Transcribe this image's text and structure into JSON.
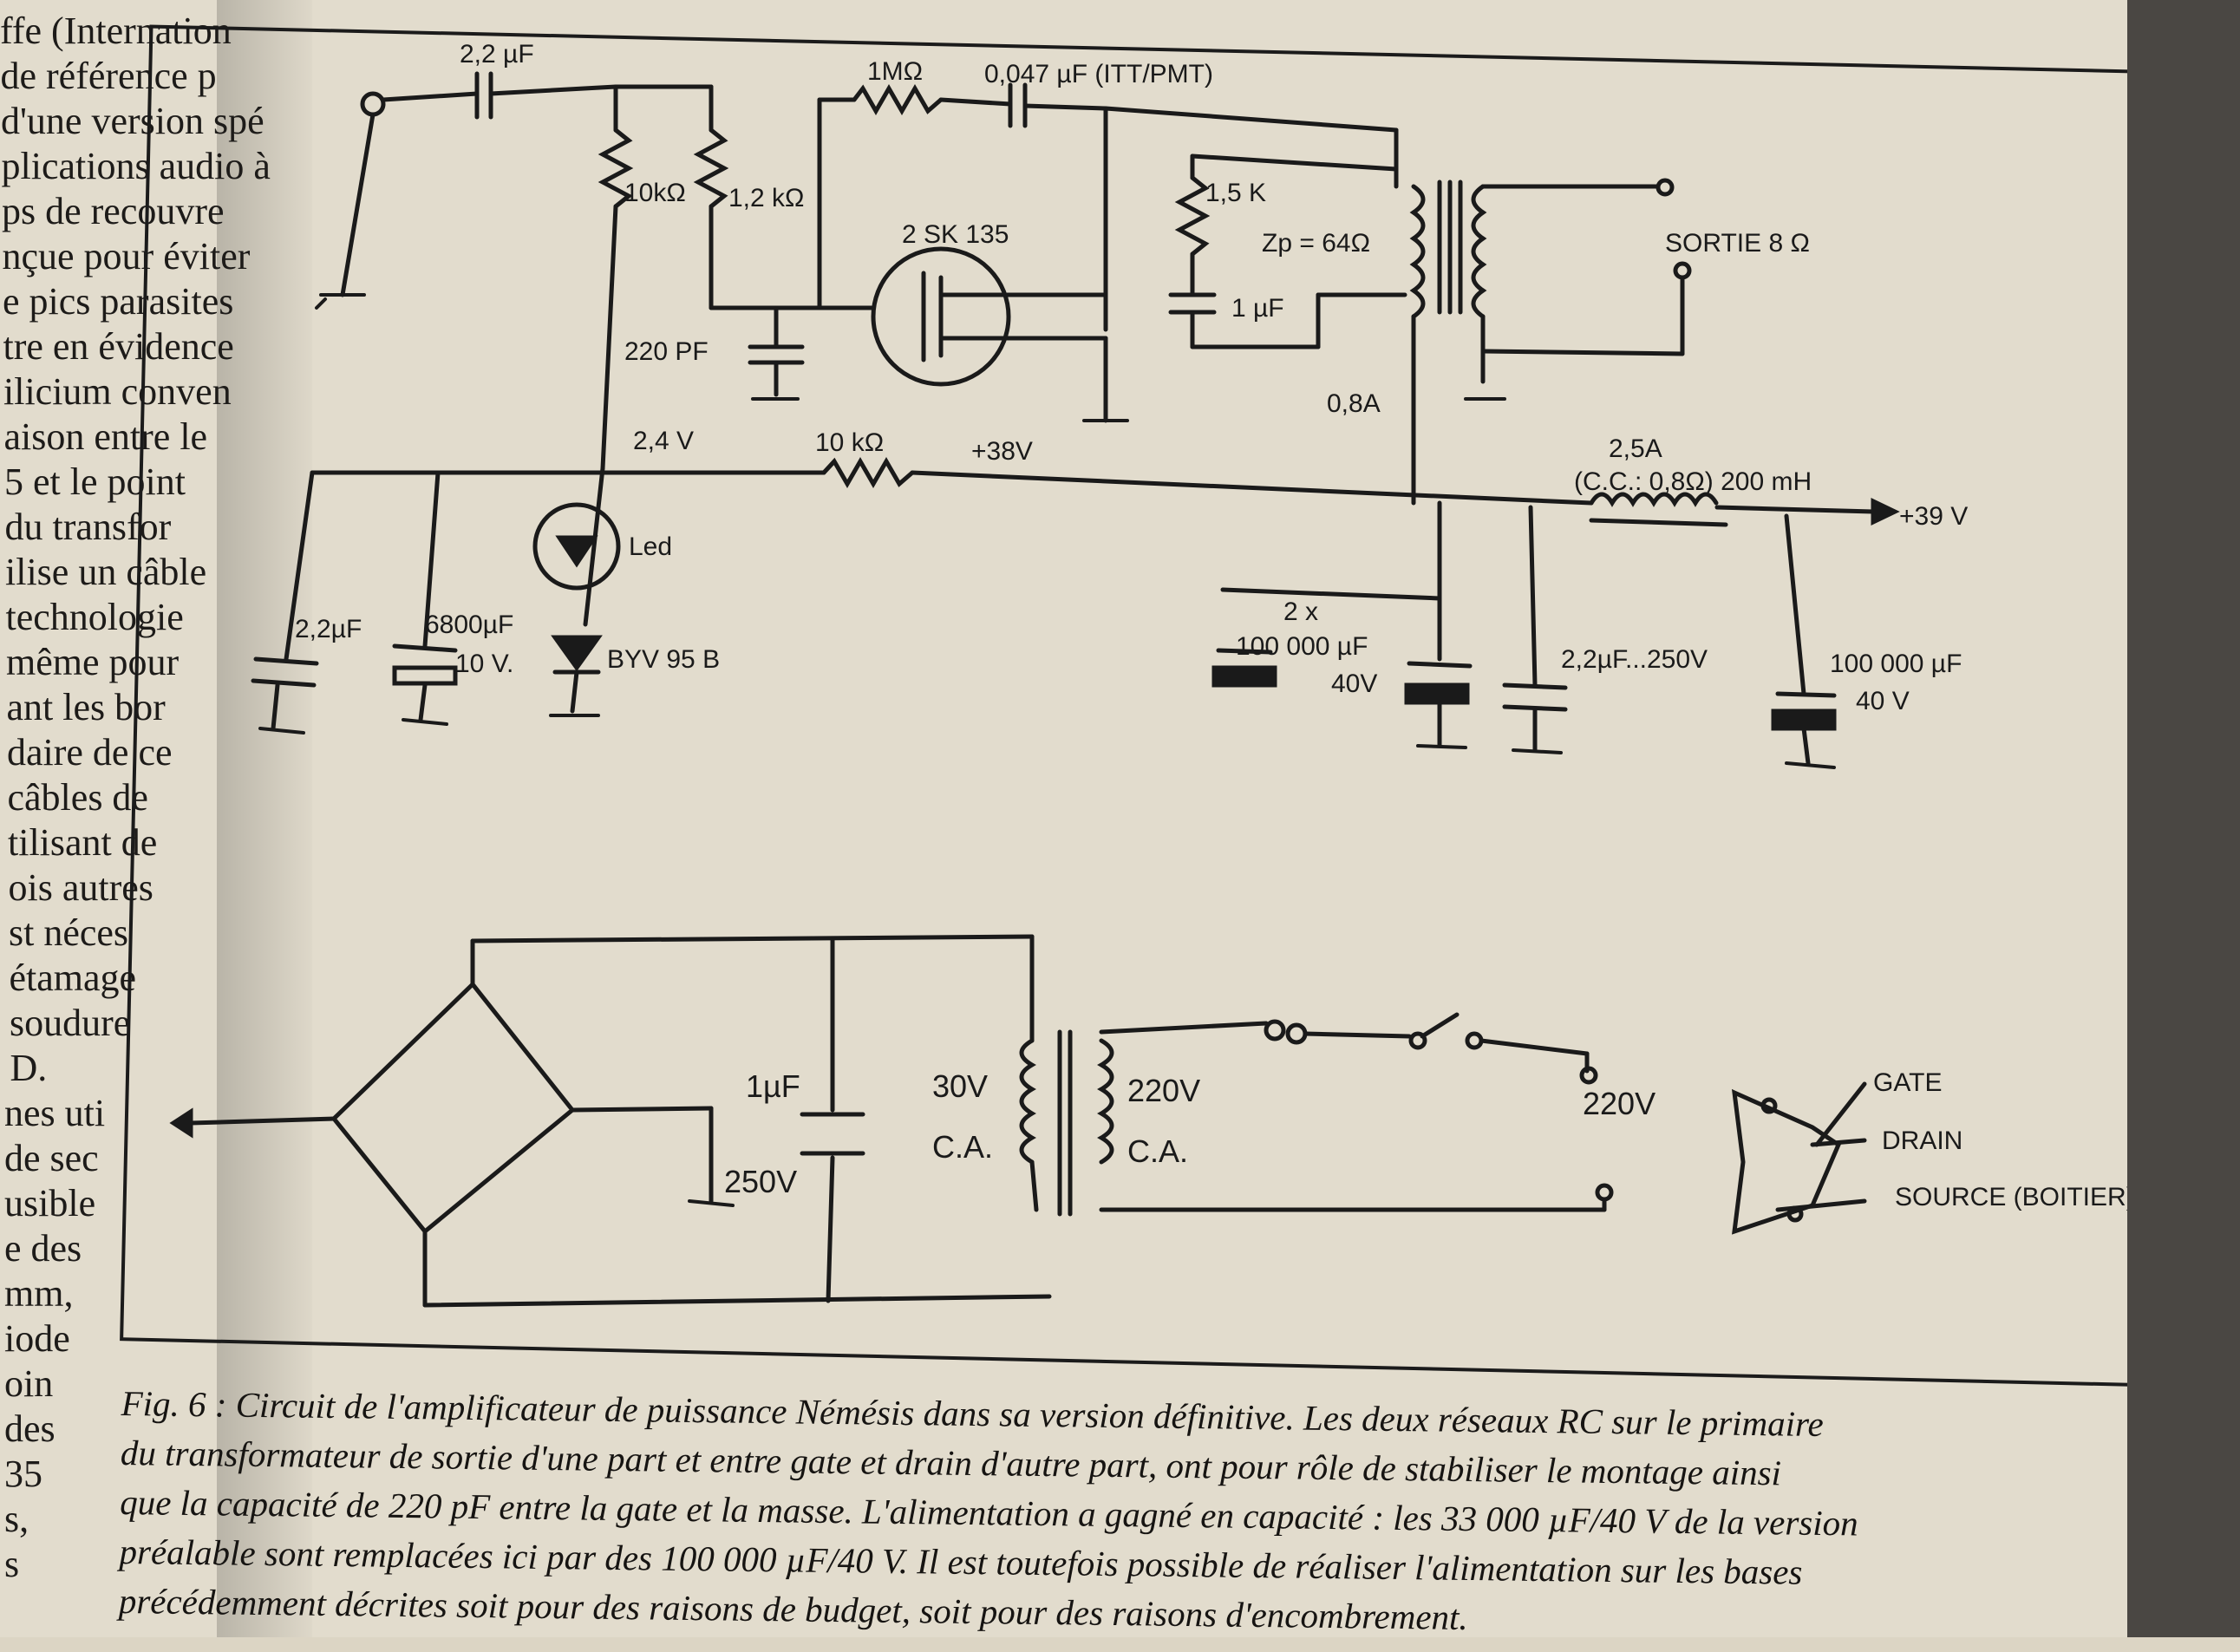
{
  "left_column_fragments": [
    "ffe (Internation",
    "de référence p",
    "d'une version spé",
    "plications audio à",
    "ps de recouvre",
    "nçue pour éviter",
    "e pics parasites",
    "tre en évidence",
    "ilicium conven",
    "aison entre le",
    "5 et le point",
    "du transfor",
    "ilise un câble",
    "technologie",
    "même pour",
    "ant les bor",
    "daire de ce",
    "câbles de",
    "tilisant de",
    "ois autres",
    "st néces",
    "étamage",
    "soudure",
    "D.",
    "nes uti",
    "de sec",
    "usible",
    "e des",
    "mm,",
    "iode",
    "oin",
    "des",
    "35",
    "s,",
    "s"
  ],
  "schematic_labels": {
    "c_input": "2,2 µF",
    "r_10k": "10kΩ",
    "r_1k2": "1,2 kΩ",
    "r_1m": "1MΩ",
    "c_0047": "0,047 µF (ITT/PMT)",
    "fet": "2 SK 135",
    "c_220pf": "220 PF",
    "r_1k5": "1,5 K",
    "c_1uf": "1 µF",
    "zp": "Zp = 64Ω",
    "sortie": "SORTIE 8 Ω",
    "i_08": "0,8A",
    "v_24": "2,4 V",
    "r_10k_b": "10 kΩ",
    "v_38": "+38V",
    "i_25": "2,5A",
    "choke": "(C.C.: 0,8Ω) 200 mH",
    "v_39": "+39 V",
    "led": "Led",
    "c_22": "2,2µF",
    "c_6800": "6800µF",
    "v_10": "10 V.",
    "diode": "BYV 95 B",
    "c_2x": "2 x",
    "c_100k_a": "100 000 µF",
    "v_40_a": "40V",
    "c_22_250": "2,2µF...250V",
    "c_100k_b": "100 000 µF",
    "v_40_b": "40 V",
    "c_1uf_b": "1µF",
    "v_250": "250V",
    "v_30": "30V",
    "ca_1": "C.A.",
    "v_220_a": "220V",
    "ca_2": "C.A.",
    "v_220_b": "220V",
    "gate": "GATE",
    "drain": "DRAIN",
    "source": "SOURCE (BOITIER)"
  },
  "caption": {
    "lines": [
      "Fig. 6 : Circuit de l'amplificateur de puissance Némésis dans sa version définitive. Les deux réseaux RC sur le primaire",
      "du transformateur de sortie d'une part et entre gate et drain d'autre part, ont pour rôle de stabiliser le montage ainsi",
      "que la capacité de 220 pF entre la gate et la masse. L'alimentation a gagné en capacité : les 33 000 µF/40 V de la version",
      "préalable sont remplacées ici par des 100 000 µF/40 V. Il est toutefois possible de réaliser l'alimentation sur les bases",
      "précédemment décrites soit pour des raisons de budget, soit pour des raisons d'encombrement."
    ]
  }
}
